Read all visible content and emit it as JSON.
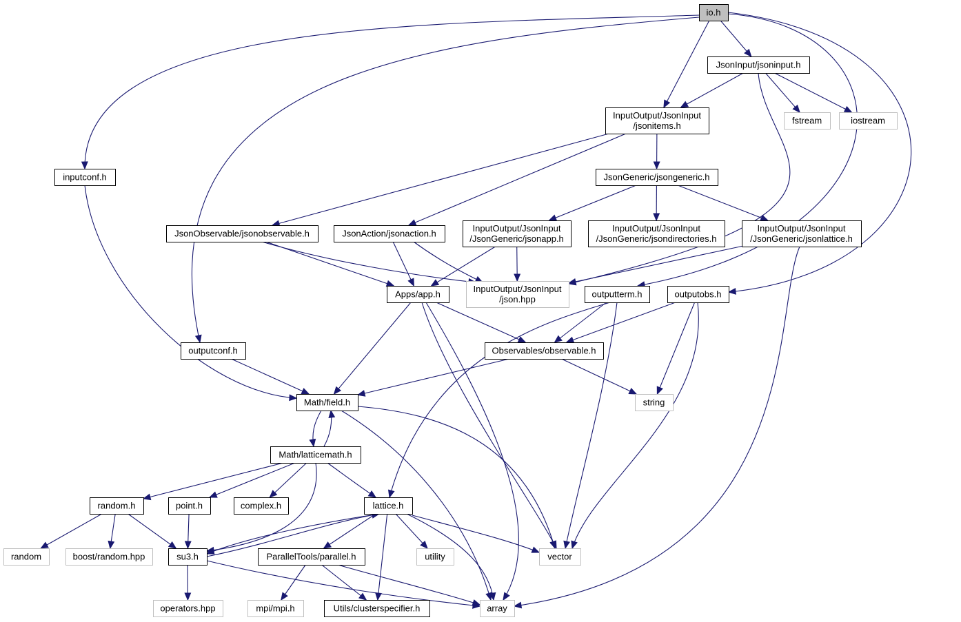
{
  "diagram": {
    "type": "include-dependency-graph",
    "colors": {
      "edge": "#191970",
      "root_fill": "#bfbfbf",
      "node_border": "#000000",
      "external_border": "#bfbfbf",
      "background": "#ffffff"
    },
    "nodes": [
      {
        "id": "io",
        "lines": [
          "io.h"
        ],
        "kind": "root"
      },
      {
        "id": "jsoninput",
        "lines": [
          "JsonInput/jsoninput.h"
        ],
        "kind": "file"
      },
      {
        "id": "jsonitems",
        "lines": [
          "InputOutput/JsonInput",
          "/jsonitems.h"
        ],
        "kind": "file"
      },
      {
        "id": "fstream",
        "lines": [
          "fstream"
        ],
        "kind": "external"
      },
      {
        "id": "iostream",
        "lines": [
          "iostream"
        ],
        "kind": "external"
      },
      {
        "id": "inputconf",
        "lines": [
          "inputconf.h"
        ],
        "kind": "file"
      },
      {
        "id": "jsongeneric",
        "lines": [
          "JsonGeneric/jsongeneric.h"
        ],
        "kind": "file"
      },
      {
        "id": "jsonobservable",
        "lines": [
          "JsonObservable/jsonobservable.h"
        ],
        "kind": "file"
      },
      {
        "id": "jsonaction",
        "lines": [
          "JsonAction/jsonaction.h"
        ],
        "kind": "file"
      },
      {
        "id": "jsonapp",
        "lines": [
          "InputOutput/JsonInput",
          "/JsonGeneric/jsonapp.h"
        ],
        "kind": "file"
      },
      {
        "id": "jsondirectories",
        "lines": [
          "InputOutput/JsonInput",
          "/JsonGeneric/jsondirectories.h"
        ],
        "kind": "file"
      },
      {
        "id": "jsonlattice",
        "lines": [
          "InputOutput/JsonInput",
          "/JsonGeneric/jsonlattice.h"
        ],
        "kind": "file"
      },
      {
        "id": "json",
        "lines": [
          "InputOutput/JsonInput",
          "/json.hpp"
        ],
        "kind": "external"
      },
      {
        "id": "app",
        "lines": [
          "Apps/app.h"
        ],
        "kind": "file"
      },
      {
        "id": "outputterm",
        "lines": [
          "outputterm.h"
        ],
        "kind": "file"
      },
      {
        "id": "outputobs",
        "lines": [
          "outputobs.h"
        ],
        "kind": "file"
      },
      {
        "id": "outputconf",
        "lines": [
          "outputconf.h"
        ],
        "kind": "file"
      },
      {
        "id": "observable",
        "lines": [
          "Observables/observable.h"
        ],
        "kind": "file"
      },
      {
        "id": "field",
        "lines": [
          "Math/field.h"
        ],
        "kind": "file"
      },
      {
        "id": "string",
        "lines": [
          "string"
        ],
        "kind": "external"
      },
      {
        "id": "latticemath",
        "lines": [
          "Math/latticemath.h"
        ],
        "kind": "file"
      },
      {
        "id": "random_h",
        "lines": [
          "random.h"
        ],
        "kind": "file"
      },
      {
        "id": "point",
        "lines": [
          "point.h"
        ],
        "kind": "file"
      },
      {
        "id": "complex",
        "lines": [
          "complex.h"
        ],
        "kind": "file"
      },
      {
        "id": "lattice",
        "lines": [
          "lattice.h"
        ],
        "kind": "file"
      },
      {
        "id": "random",
        "lines": [
          "random"
        ],
        "kind": "external"
      },
      {
        "id": "boostrandom",
        "lines": [
          "boost/random.hpp"
        ],
        "kind": "external"
      },
      {
        "id": "su3",
        "lines": [
          "su3.h"
        ],
        "kind": "file"
      },
      {
        "id": "parallel",
        "lines": [
          "ParallelTools/parallel.h"
        ],
        "kind": "file"
      },
      {
        "id": "utility",
        "lines": [
          "utility"
        ],
        "kind": "external"
      },
      {
        "id": "vector",
        "lines": [
          "vector"
        ],
        "kind": "external"
      },
      {
        "id": "operators",
        "lines": [
          "operators.hpp"
        ],
        "kind": "external"
      },
      {
        "id": "mpi",
        "lines": [
          "mpi/mpi.h"
        ],
        "kind": "external"
      },
      {
        "id": "clusterspecifier",
        "lines": [
          "Utils/clusterspecifier.h"
        ],
        "kind": "file"
      },
      {
        "id": "array",
        "lines": [
          "array"
        ],
        "kind": "external"
      }
    ],
    "edges": [
      {
        "from": "io",
        "to": "jsoninput"
      },
      {
        "from": "io",
        "to": "jsonitems"
      },
      {
        "from": "io",
        "to": "inputconf"
      },
      {
        "from": "io",
        "to": "outputconf"
      },
      {
        "from": "io",
        "to": "outputterm"
      },
      {
        "from": "io",
        "to": "outputobs"
      },
      {
        "from": "jsoninput",
        "to": "jsonitems"
      },
      {
        "from": "jsoninput",
        "to": "fstream"
      },
      {
        "from": "jsoninput",
        "to": "iostream"
      },
      {
        "from": "jsoninput",
        "to": "json"
      },
      {
        "from": "jsonitems",
        "to": "jsongeneric"
      },
      {
        "from": "jsonitems",
        "to": "jsonobservable"
      },
      {
        "from": "jsonitems",
        "to": "jsonaction"
      },
      {
        "from": "jsongeneric",
        "to": "jsonapp"
      },
      {
        "from": "jsongeneric",
        "to": "jsondirectories"
      },
      {
        "from": "jsongeneric",
        "to": "jsonlattice"
      },
      {
        "from": "jsonobservable",
        "to": "app"
      },
      {
        "from": "jsonobservable",
        "to": "json"
      },
      {
        "from": "jsonaction",
        "to": "app"
      },
      {
        "from": "jsonaction",
        "to": "json"
      },
      {
        "from": "jsonapp",
        "to": "app"
      },
      {
        "from": "jsonapp",
        "to": "json"
      },
      {
        "from": "jsonlattice",
        "to": "json"
      },
      {
        "from": "jsonlattice",
        "to": "array"
      },
      {
        "from": "inputconf",
        "to": "field"
      },
      {
        "from": "app",
        "to": "field"
      },
      {
        "from": "app",
        "to": "observable"
      },
      {
        "from": "app",
        "to": "vector"
      },
      {
        "from": "app",
        "to": "array"
      },
      {
        "from": "outputterm",
        "to": "observable"
      },
      {
        "from": "outputterm",
        "to": "lattice"
      },
      {
        "from": "outputterm",
        "to": "vector"
      },
      {
        "from": "outputobs",
        "to": "observable"
      },
      {
        "from": "outputobs",
        "to": "string"
      },
      {
        "from": "outputobs",
        "to": "vector"
      },
      {
        "from": "outputconf",
        "to": "field"
      },
      {
        "from": "observable",
        "to": "field"
      },
      {
        "from": "observable",
        "to": "string"
      },
      {
        "from": "field",
        "to": "latticemath"
      },
      {
        "from": "field",
        "to": "vector"
      },
      {
        "from": "field",
        "to": "array"
      },
      {
        "from": "latticemath",
        "to": "field"
      },
      {
        "from": "latticemath",
        "to": "random_h"
      },
      {
        "from": "latticemath",
        "to": "point"
      },
      {
        "from": "latticemath",
        "to": "complex"
      },
      {
        "from": "latticemath",
        "to": "lattice"
      },
      {
        "from": "latticemath",
        "to": "su3"
      },
      {
        "from": "random_h",
        "to": "random"
      },
      {
        "from": "random_h",
        "to": "boostrandom"
      },
      {
        "from": "random_h",
        "to": "su3"
      },
      {
        "from": "point",
        "to": "su3"
      },
      {
        "from": "lattice",
        "to": "su3"
      },
      {
        "from": "lattice",
        "to": "parallel"
      },
      {
        "from": "lattice",
        "to": "utility"
      },
      {
        "from": "lattice",
        "to": "vector"
      },
      {
        "from": "lattice",
        "to": "clusterspecifier"
      },
      {
        "from": "lattice",
        "to": "array"
      },
      {
        "from": "su3",
        "to": "lattice"
      },
      {
        "from": "su3",
        "to": "operators"
      },
      {
        "from": "su3",
        "to": "array"
      },
      {
        "from": "parallel",
        "to": "mpi"
      },
      {
        "from": "parallel",
        "to": "clusterspecifier"
      },
      {
        "from": "parallel",
        "to": "array"
      }
    ]
  }
}
